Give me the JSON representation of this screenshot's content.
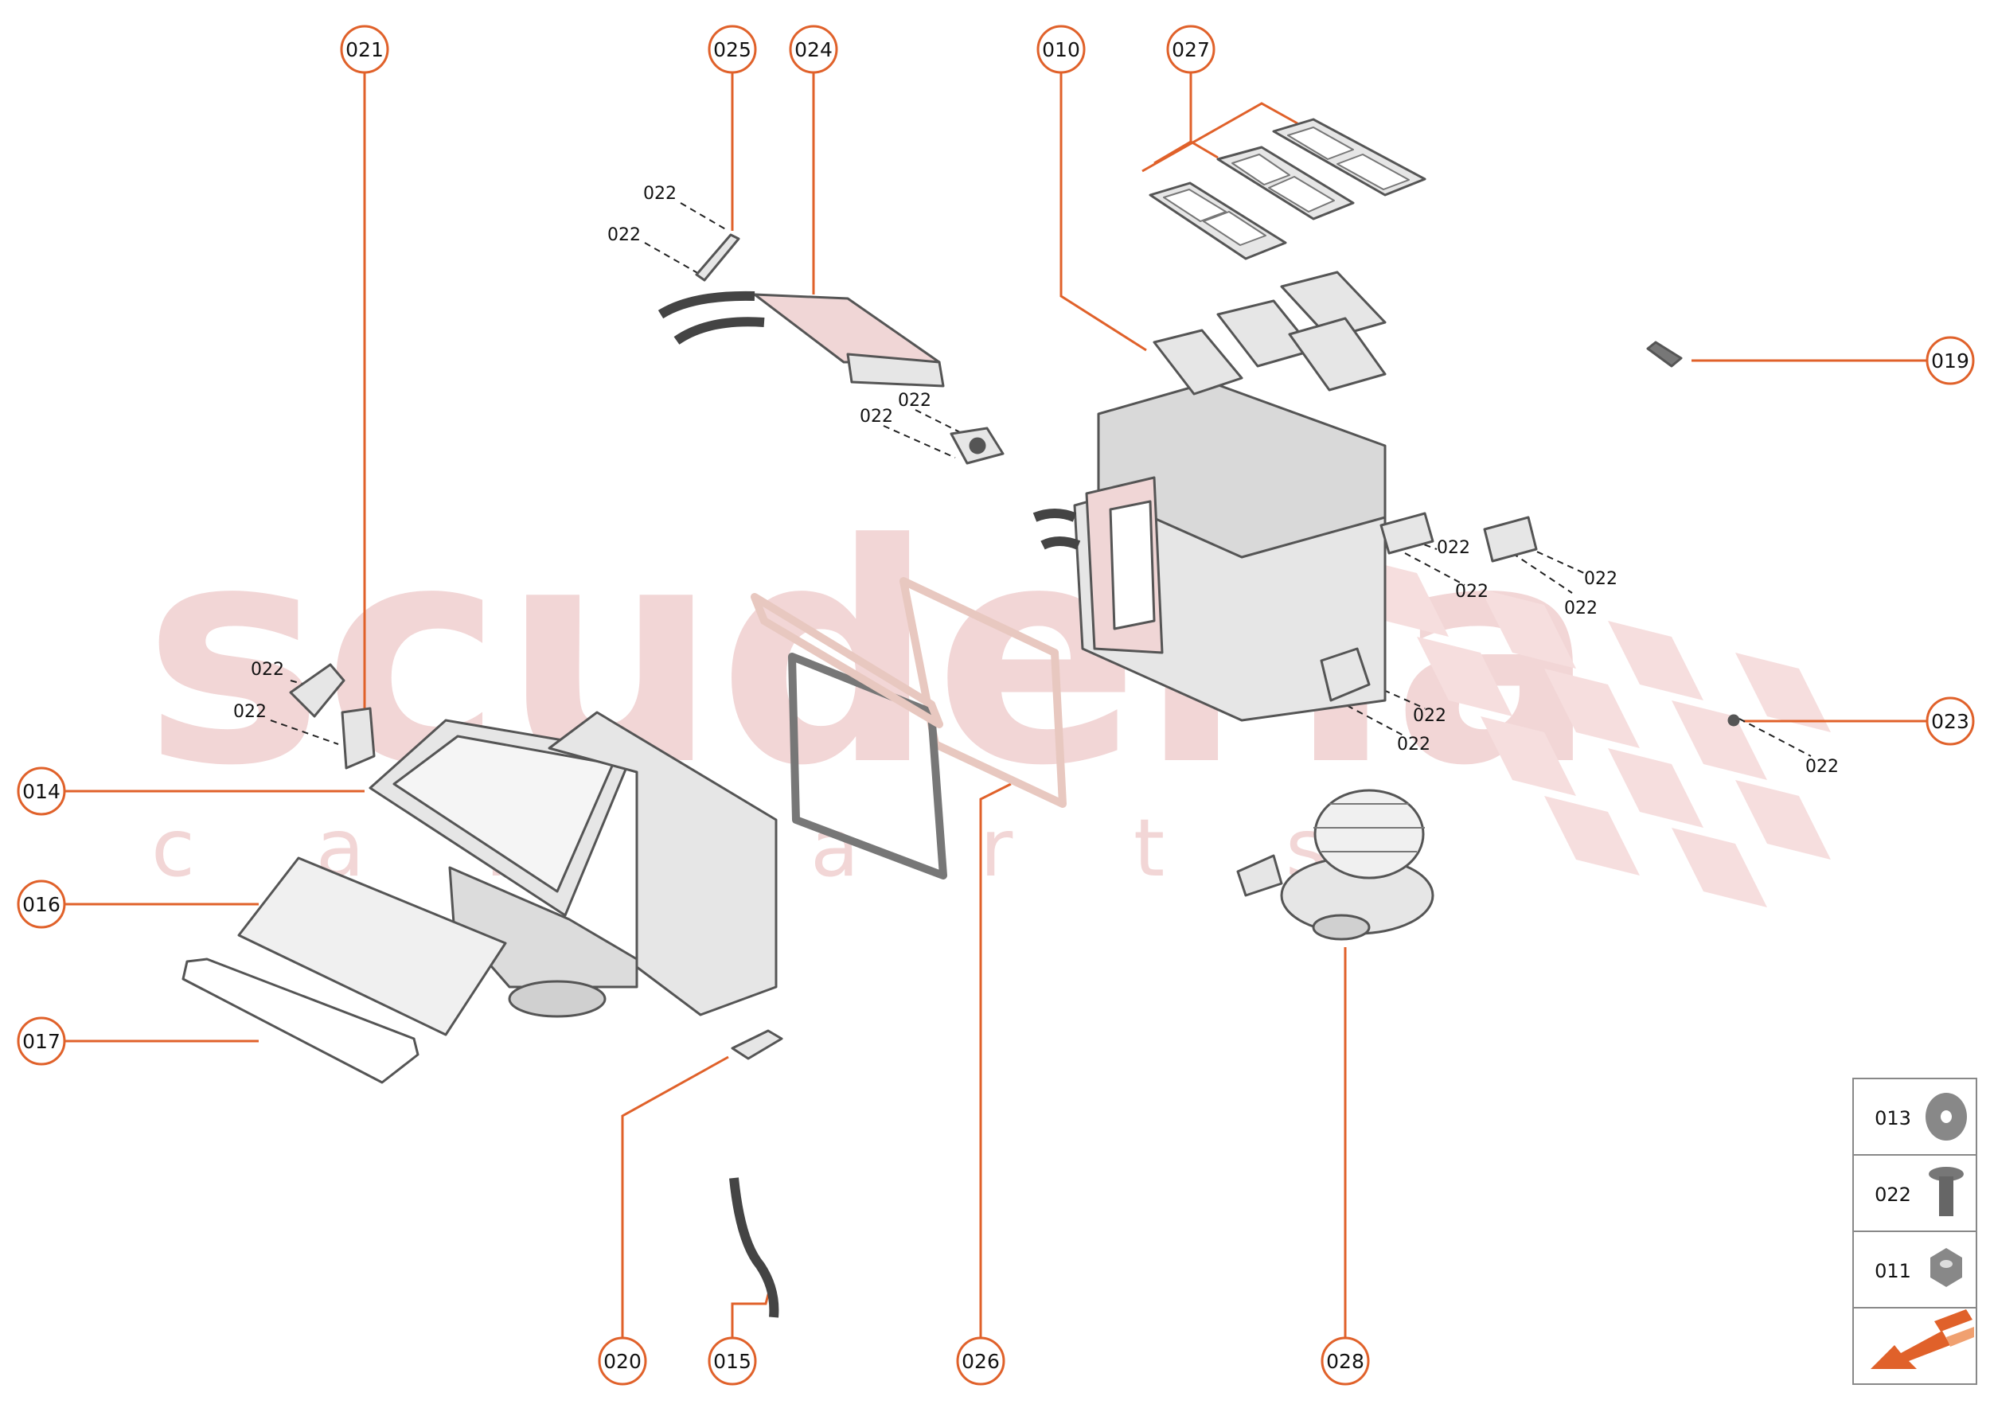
{
  "colors": {
    "accent": "#e0612a",
    "watermark": "#f2d6d6",
    "part_line": "#555555",
    "part_fill": "#e6e6e6"
  },
  "watermark": {
    "main": "scuderia",
    "sub": "c a r   p a r t s"
  },
  "callouts": [
    {
      "id": "021",
      "label": "021"
    },
    {
      "id": "025",
      "label": "025"
    },
    {
      "id": "024",
      "label": "024"
    },
    {
      "id": "010",
      "label": "010"
    },
    {
      "id": "027",
      "label": "027"
    },
    {
      "id": "019",
      "label": "019"
    },
    {
      "id": "023",
      "label": "023"
    },
    {
      "id": "014",
      "label": "014"
    },
    {
      "id": "016",
      "label": "016"
    },
    {
      "id": "017",
      "label": "017"
    },
    {
      "id": "020",
      "label": "020"
    },
    {
      "id": "015",
      "label": "015"
    },
    {
      "id": "026",
      "label": "026"
    },
    {
      "id": "028",
      "label": "028"
    }
  ],
  "screw_label": "022",
  "legend": [
    {
      "code": "013",
      "icon": "washer-icon"
    },
    {
      "code": "022",
      "icon": "screw-icon"
    },
    {
      "code": "011",
      "icon": "nut-icon"
    }
  ],
  "direction_icon": "direction-arrow-icon"
}
